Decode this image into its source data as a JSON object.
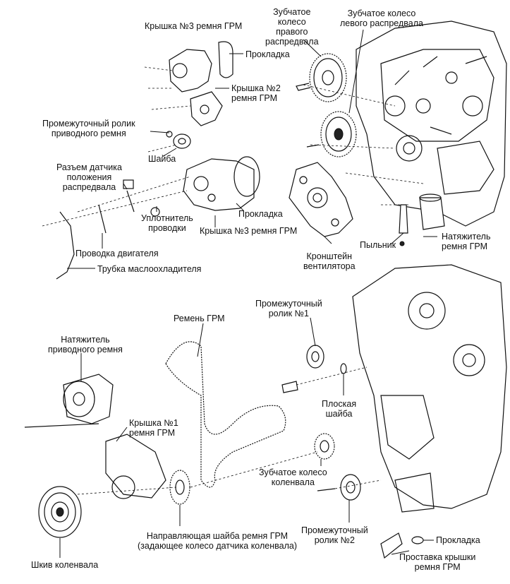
{
  "labels": {
    "cover3_top": "Крышка №3 ремня ГРМ",
    "gasket_top": "Прокладка",
    "cover2": "Крышка №2\nремня ГРМ",
    "idler_drive": "Промежуточный ролик\nприводного ремня",
    "washer": "Шайба",
    "cam_sensor_conn": "Разъем датчика\nположения\nраспредвала",
    "gasket_mid": "Прокладка",
    "wiring_seal": "Уплотнитель\nпроводки",
    "cover3_mid": "Крышка №3 ремня ГРМ",
    "engine_wiring": "Проводка двигателя",
    "oil_cooler_tube": "Трубка маслоохладителя",
    "right_cam_gear": "Зубчатое\nколесо\nправого\nраспредвала",
    "left_cam_gear": "Зубчатое колесо\nлевого распредвала",
    "dust_boot": "Пыльник",
    "timing_tensioner": "Натяжитель\nремня ГРМ",
    "fan_bracket": "Кронштейн\nвентилятора",
    "timing_belt": "Ремень ГРМ",
    "idler1": "Промежуточный\nролик №1",
    "drive_tensioner": "Натяжитель\nприводного ремня",
    "flat_washer": "Плоская\nшайба",
    "cover1": "Крышка №1\nремня ГРМ",
    "crank_gear": "Зубчатое колесо\nколенвала",
    "guide_washer": "Направляющая шайба ремня ГРМ\n(задающее колесо датчика коленвала)",
    "idler2": "Промежуточный\nролик №2",
    "gasket_low": "Прокладка",
    "cover_spacer": "Проставка крышки\nремня ГРМ",
    "crank_pulley": "Шкив коленвала"
  }
}
